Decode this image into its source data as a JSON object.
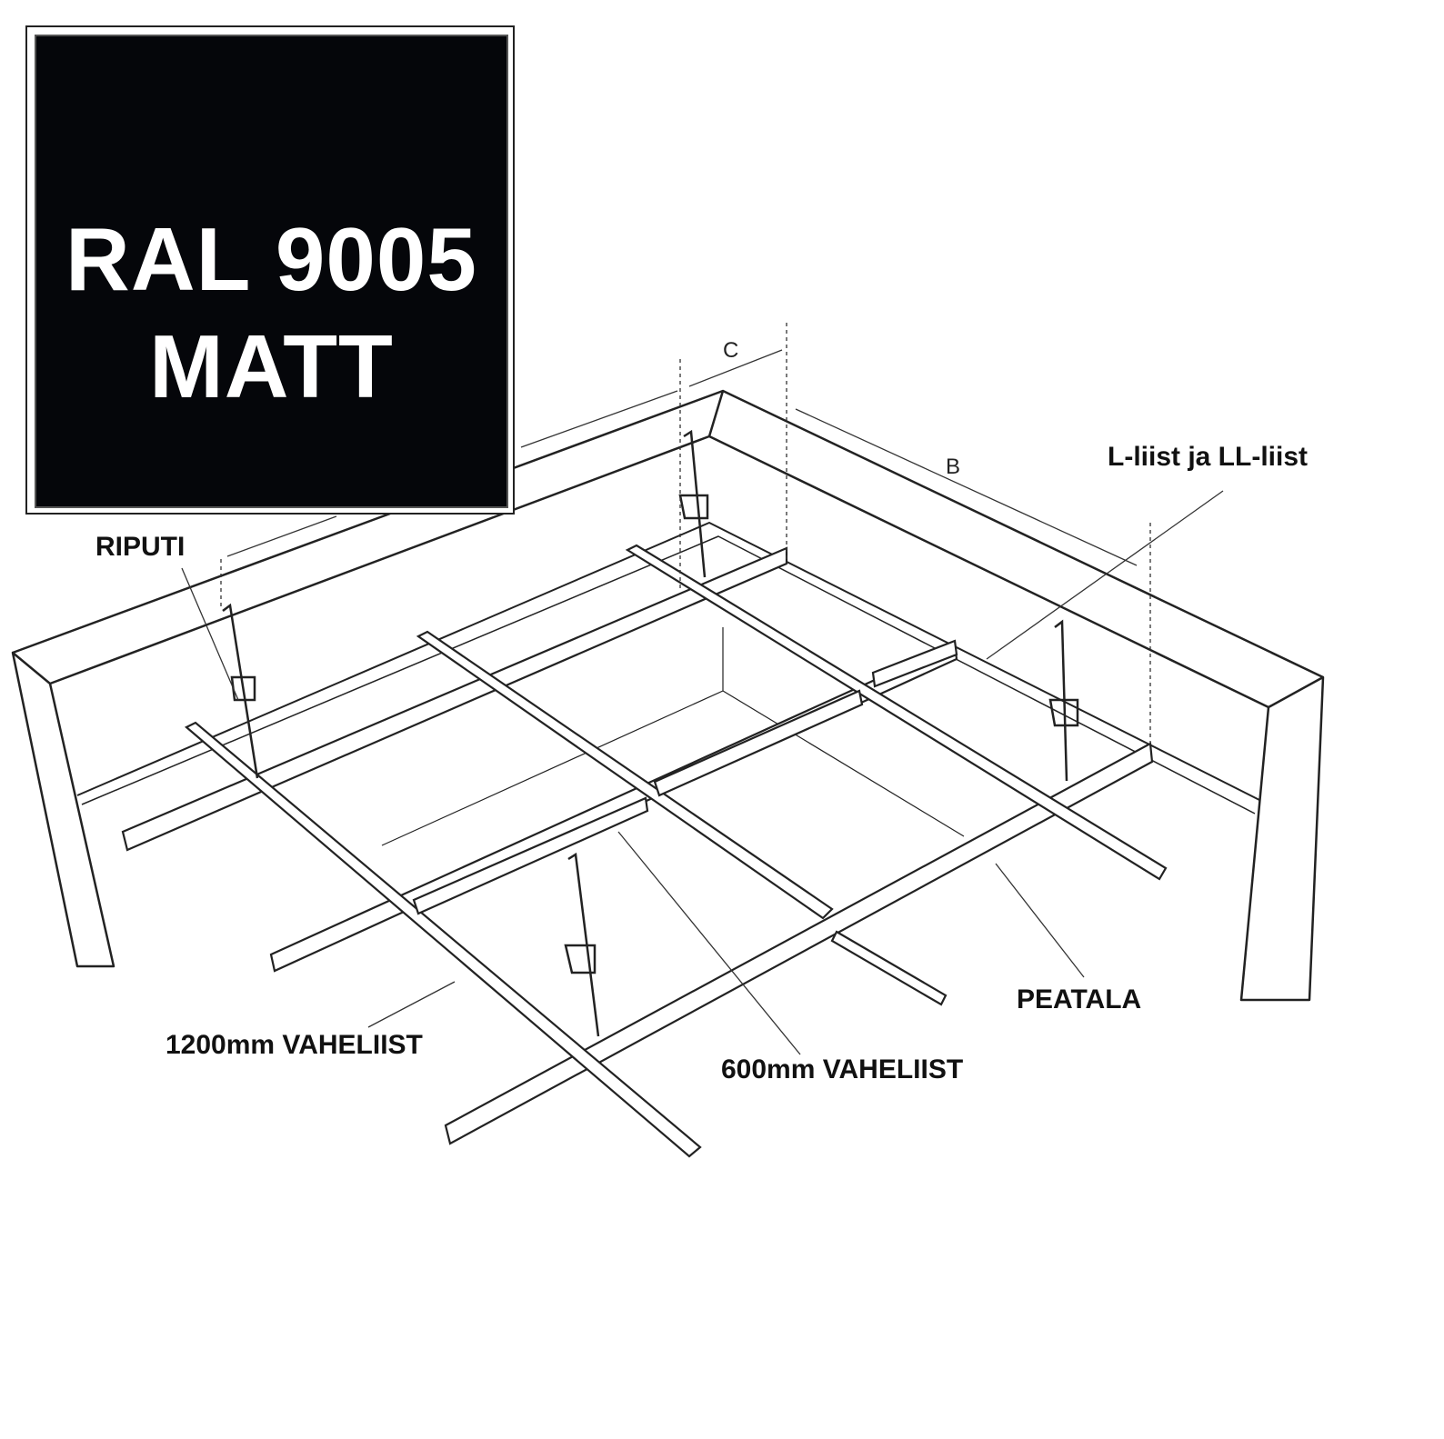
{
  "badge": {
    "line1": "RAL 9005",
    "line2": "MATT",
    "color": "#05060a"
  },
  "labels": {
    "riputi": "RIPUTI",
    "l_liist": "L-liist ja LL-liist",
    "peatala": "PEATALA",
    "vaheliist_1200": "1200mm VAHELIIST",
    "vaheliist_600": "600mm VAHELIIST"
  },
  "dimensions": {
    "c": "C",
    "b": "B"
  }
}
